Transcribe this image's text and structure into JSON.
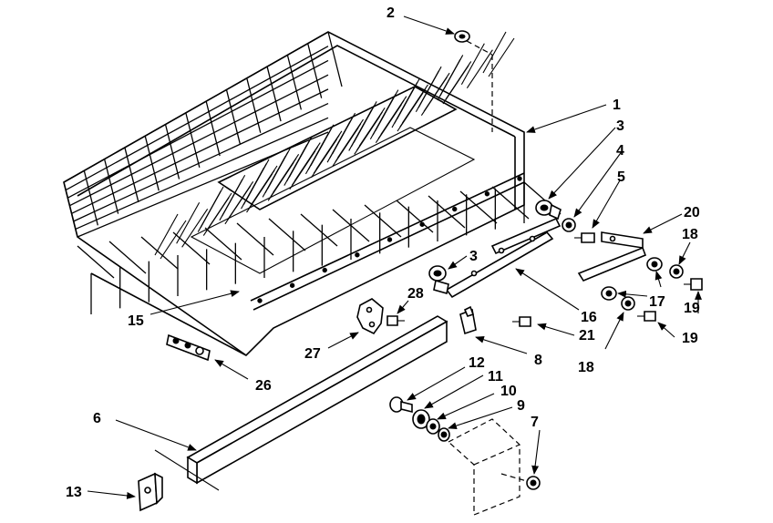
{
  "diagram": {
    "callouts": {
      "c1": "1",
      "c2": "2",
      "c3a": "3",
      "c3b": "3",
      "c4": "4",
      "c5": "5",
      "c6": "6",
      "c7": "7",
      "c8": "8",
      "c9": "9",
      "c10": "10",
      "c11": "11",
      "c12": "12",
      "c13": "13",
      "c15": "15",
      "c16": "16",
      "c17": "17",
      "c18a": "18",
      "c18b": "18",
      "c19a": "19",
      "c19b": "19",
      "c20": "20",
      "c21": "21",
      "c26": "26",
      "c27": "27",
      "c28": "28"
    }
  }
}
